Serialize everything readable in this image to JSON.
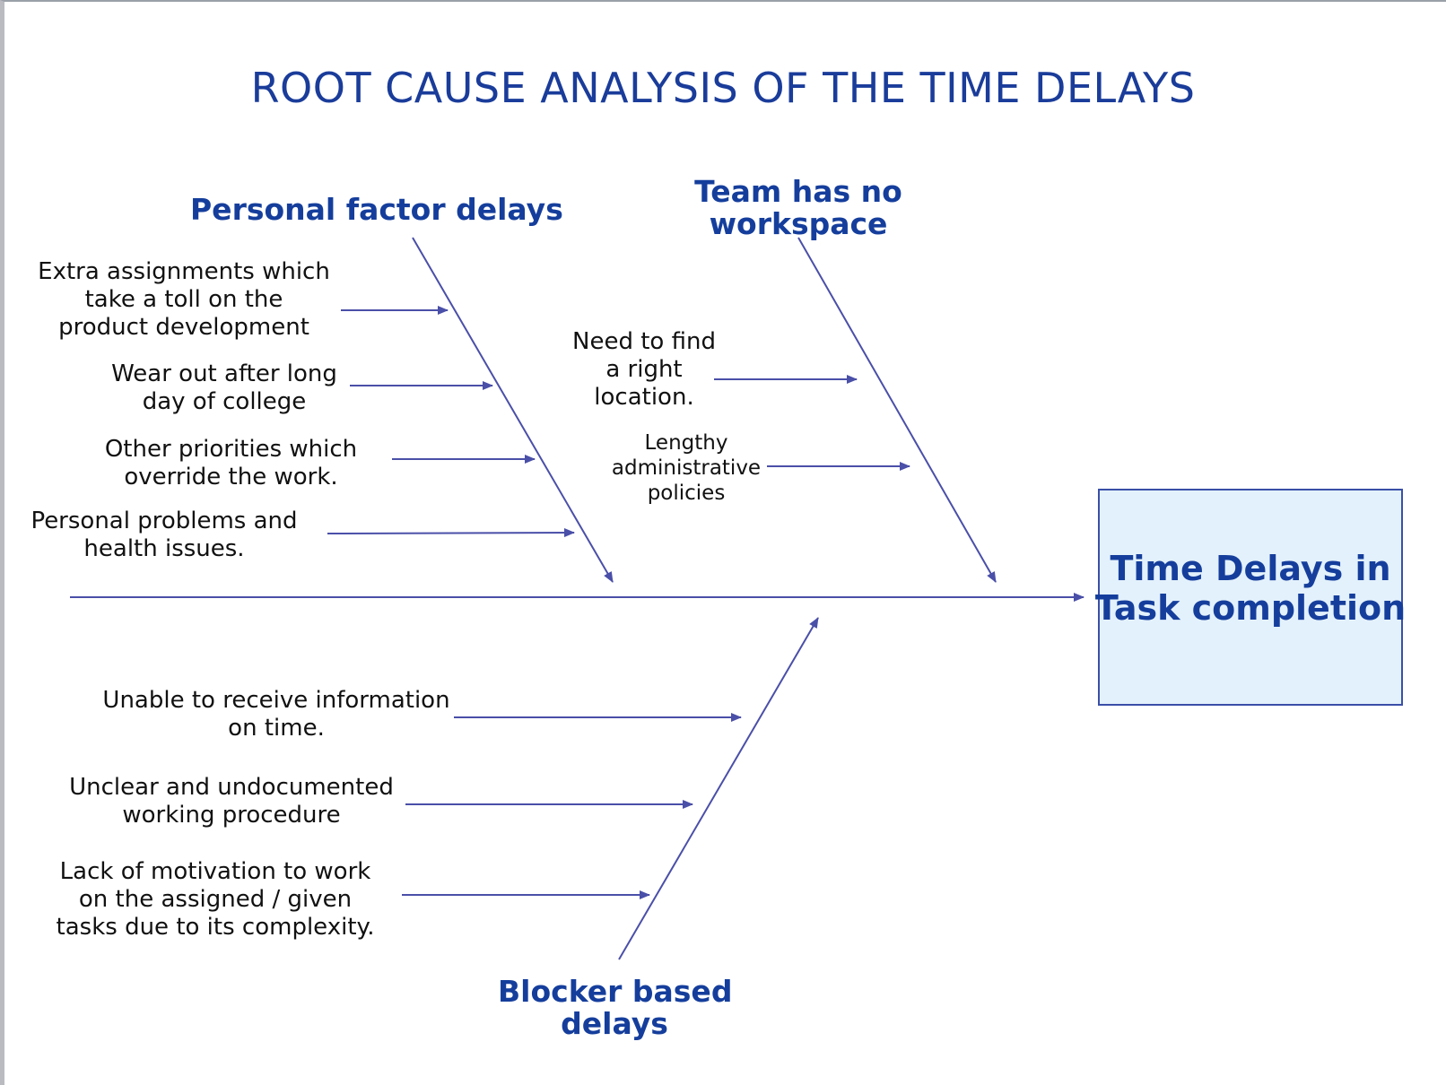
{
  "title": "ROOT CAUSE ANALYSIS OF THE TIME DELAYS",
  "effect": {
    "line1": "Time Delays in",
    "line2": "Task completion"
  },
  "categories": {
    "personal": {
      "label": "Personal factor delays"
    },
    "workspace": {
      "line1": "Team has no",
      "line2": "workspace"
    },
    "blocker": {
      "line1": "Blocker based",
      "line2": "delays"
    }
  },
  "causes": {
    "personal": [
      {
        "lines": [
          "Extra assignments which",
          "take a toll on the",
          "product development"
        ]
      },
      {
        "lines": [
          "Wear out after long",
          "day of college"
        ]
      },
      {
        "lines": [
          "Other priorities which",
          "override the work."
        ]
      },
      {
        "lines": [
          "Personal problems and",
          "health issues."
        ]
      }
    ],
    "workspace": [
      {
        "lines": [
          "Need to find",
          "a right",
          "location."
        ]
      },
      {
        "lines": [
          "Lengthy",
          "administrative",
          "policies"
        ]
      }
    ],
    "blocker": [
      {
        "lines": [
          "Unable to receive information",
          "on time."
        ]
      },
      {
        "lines": [
          "Unclear and undocumented",
          "working procedure"
        ]
      },
      {
        "lines": [
          "Lack of motivation to work",
          "on the assigned / given",
          "tasks due to its complexity."
        ]
      }
    ]
  },
  "colors": {
    "line": "#4a4fa8",
    "title": "#1a3c9a",
    "box_fill": "#e3f1fc"
  }
}
